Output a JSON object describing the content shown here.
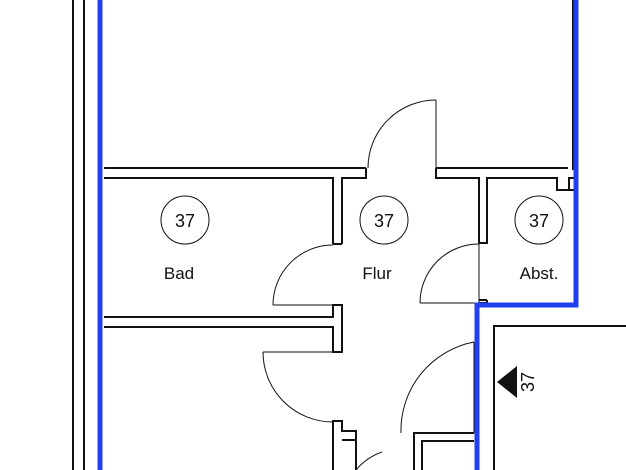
{
  "colors": {
    "boundary": "#1f3ff0",
    "line": "#111111",
    "background": "#ffffff"
  },
  "rooms": [
    {
      "label": "Bad",
      "unit": "37"
    },
    {
      "label": "Flur",
      "unit": "37"
    },
    {
      "label": "Abst.",
      "unit": "37"
    }
  ],
  "section_marker": {
    "label": "37",
    "icon": "section-arrow-left"
  }
}
